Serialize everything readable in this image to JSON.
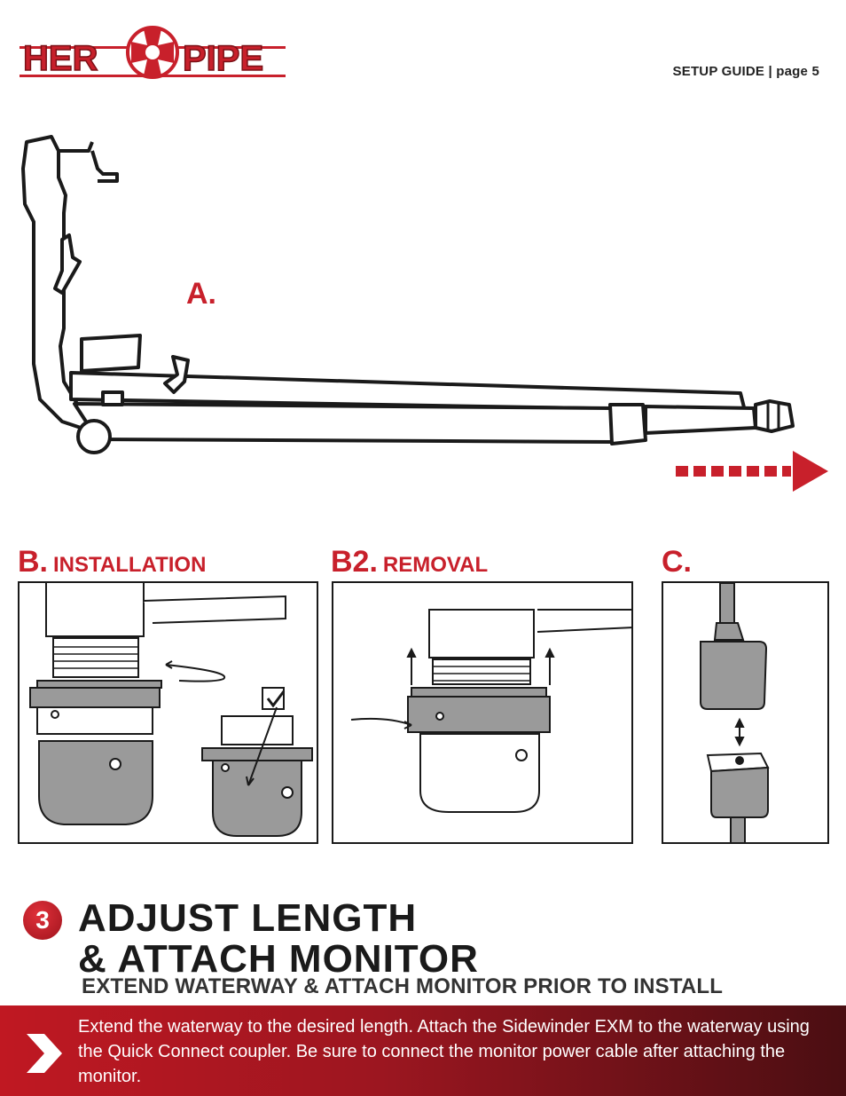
{
  "header": {
    "logo_text_left": "HER",
    "logo_text_right": "PIPE",
    "page_label": "SETUP GUIDE | page 5"
  },
  "figure_a": {
    "label": "A."
  },
  "section_b": {
    "letter": "B.",
    "title": "INSTALLATION"
  },
  "section_b2": {
    "letter": "B2.",
    "title": "REMOVAL"
  },
  "section_c": {
    "letter": "C.",
    "title": ""
  },
  "step": {
    "number": "3",
    "title": "ADJUST LENGTH\n& ATTACH MONITOR",
    "subtitle": "EXTEND WATERWAY & ATTACH MONITOR PRIOR TO INSTALL",
    "instruction": "Extend the waterway to the desired length. Attach the Sidewinder EXM to the waterway using the Quick Connect coupler. Be sure to connect the monitor power cable after attaching the monitor."
  },
  "colors": {
    "brand_red": "#c8202b",
    "dark_red": "#4a0e12",
    "outline": "#1a1a1a"
  },
  "icons": {
    "logo": "hero-pipe-logo-icon",
    "step_chevron": "chevron-right-icon",
    "extend_arrow": "dashed-arrow-right-icon"
  }
}
